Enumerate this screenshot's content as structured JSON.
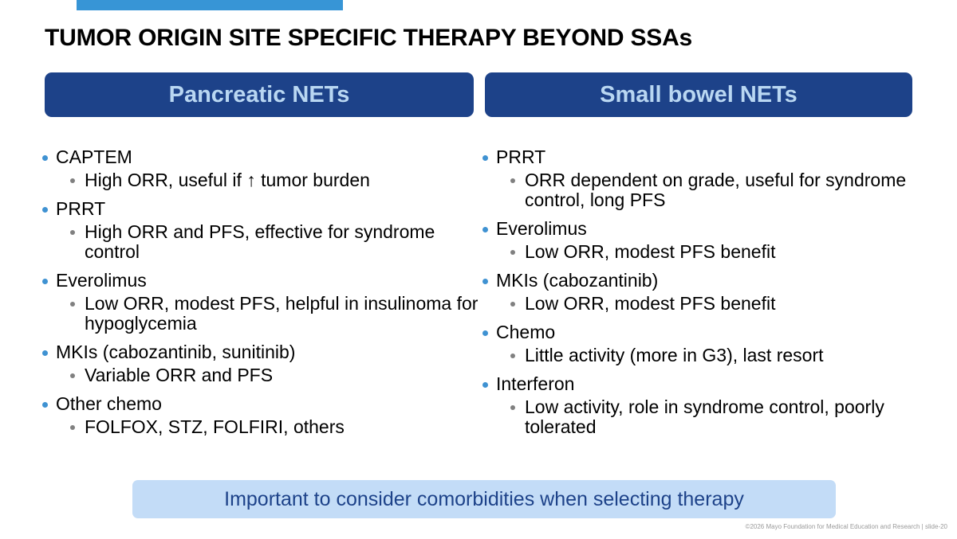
{
  "slide": {
    "title": "TUMOR ORIGIN SITE SPECIFIC THERAPY BEYOND SSAs",
    "accent_color": "#3795d6",
    "banner_color": "#1d4289",
    "banner_text_color": "#b9d7f2",
    "level1_bullet_color": "#3f92d2",
    "level2_bullet_color": "#808080",
    "callout_bg_color": "#c3dcf7",
    "callout_text_color": "#1d4289"
  },
  "columns": [
    {
      "heading": "Pancreatic NETs",
      "items": [
        {
          "label": "CAPTEM",
          "subs": [
            "High ORR, useful if ↑ tumor burden"
          ]
        },
        {
          "label": "PRRT",
          "subs": [
            "High ORR and PFS, effective for syndrome control"
          ]
        },
        {
          "label": "Everolimus",
          "subs": [
            "Low ORR, modest PFS, helpful in insulinoma for hypoglycemia"
          ]
        },
        {
          "label": "MKIs (cabozantinib, sunitinib)",
          "subs": [
            "Variable ORR and PFS"
          ]
        },
        {
          "label": "Other chemo",
          "subs": [
            "FOLFOX, STZ, FOLFIRI, others"
          ]
        }
      ]
    },
    {
      "heading": "Small bowel NETs",
      "items": [
        {
          "label": "PRRT",
          "subs": [
            "ORR dependent on grade, useful for syndrome control, long PFS"
          ]
        },
        {
          "label": "Everolimus",
          "subs": [
            "Low ORR, modest PFS benefit"
          ]
        },
        {
          "label": "MKIs (cabozantinib)",
          "subs": [
            "Low ORR, modest PFS benefit"
          ]
        },
        {
          "label": "Chemo",
          "subs": [
            "Little activity (more in G3), last resort"
          ]
        },
        {
          "label": "Interferon",
          "subs": [
            "Low activity, role in syndrome control, poorly tolerated"
          ]
        }
      ]
    }
  ],
  "callout": {
    "text": "Important to consider comorbidities when selecting therapy"
  },
  "footer": {
    "text": "©2026 Mayo Foundation for Medical Education and Research  |  slide-20"
  }
}
